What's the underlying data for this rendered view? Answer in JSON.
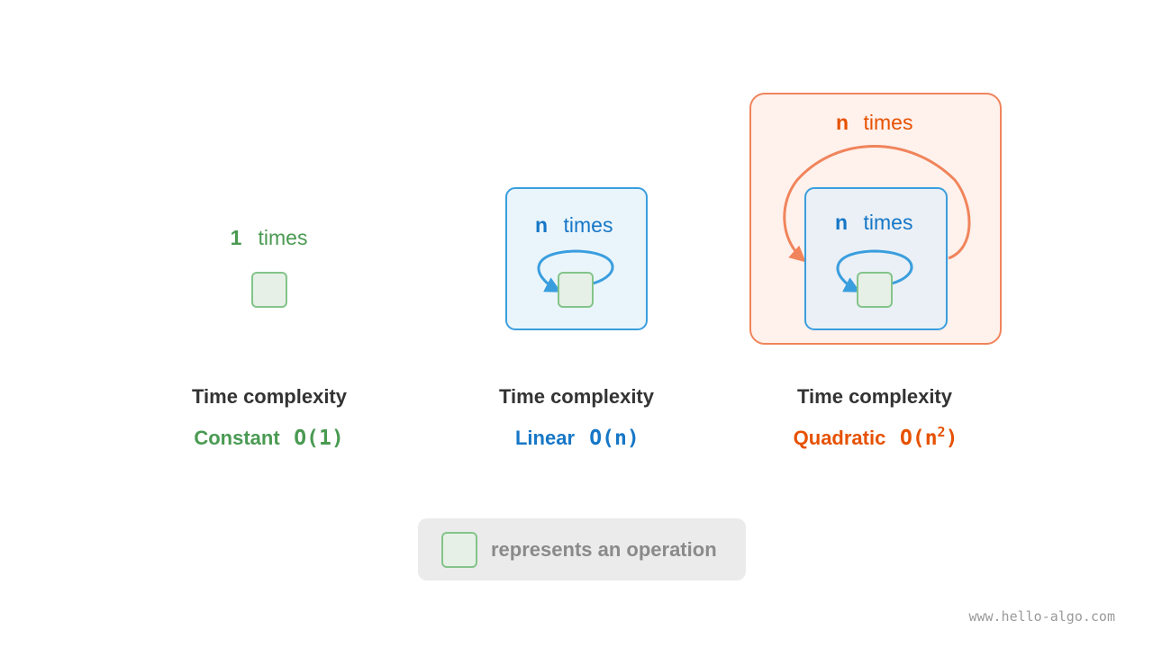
{
  "colors": {
    "green": "#4a9a52",
    "green_fill": "#e6f0e6",
    "green_stroke": "#84c48a",
    "blue": "#1677c7",
    "blue_fill": "#eaf5fb",
    "blue_stroke": "#3a9ede",
    "orange": "#e65100",
    "orange_fill": "#fff1ec",
    "orange_stroke": "#f0845b",
    "inner_fill": "#eaf0f5",
    "dark_text": "#333333",
    "legend_bg": "#ebebeb",
    "legend_text": "#8a8a8a",
    "watermark": "#9a9a9a"
  },
  "constant": {
    "count": "1",
    "times": "times",
    "heading": "Time complexity",
    "name": "Constant",
    "notation": "O(1)"
  },
  "linear": {
    "count": "n",
    "times": "times",
    "heading": "Time complexity",
    "name": "Linear",
    "notation": "O(n)"
  },
  "quadratic": {
    "outer_count": "n",
    "outer_times": "times",
    "inner_count": "n",
    "inner_times": "times",
    "heading": "Time complexity",
    "name": "Quadratic",
    "notation_base": "O(n",
    "notation_exp": "2",
    "notation_close": ")"
  },
  "legend": {
    "text": "represents an operation"
  },
  "watermark": "www.hello-algo.com"
}
